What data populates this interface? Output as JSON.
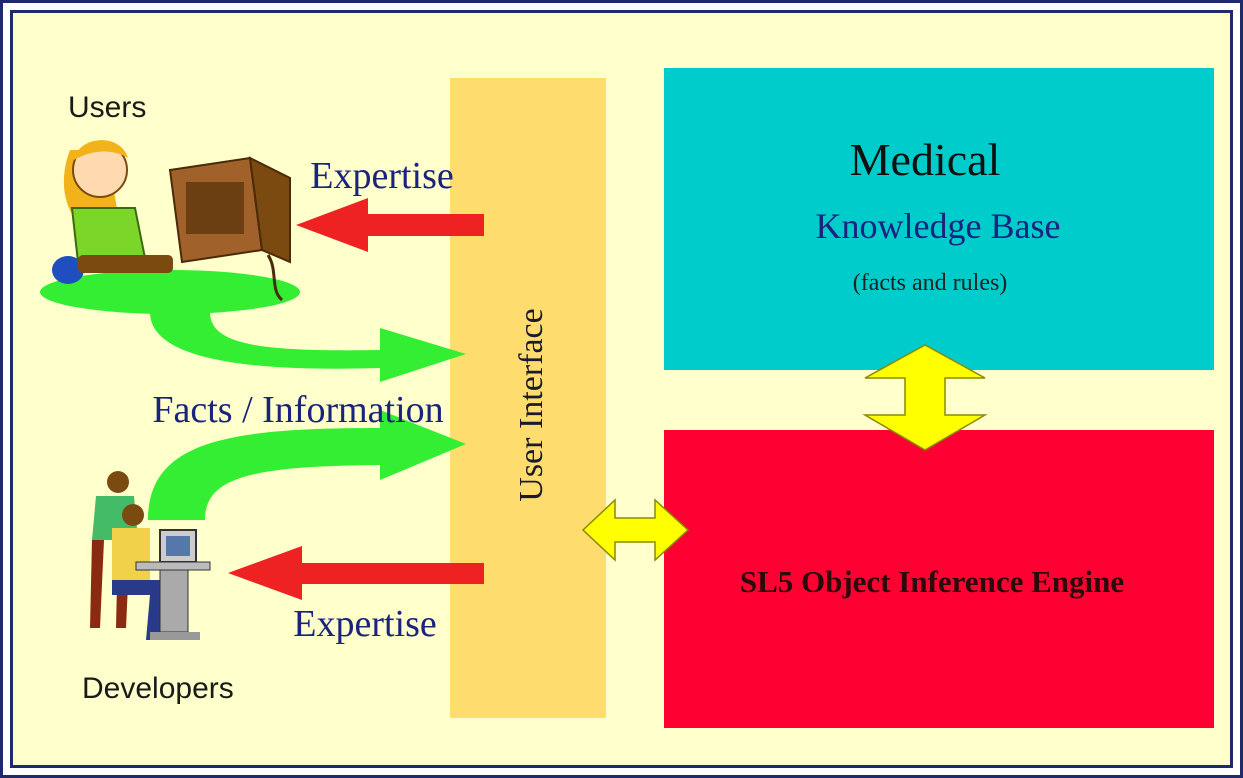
{
  "users": {
    "label": "Users"
  },
  "developers": {
    "label": "Developers"
  },
  "arrows": {
    "expertise_top": "Expertise",
    "facts_information": "Facts / Information",
    "expertise_bottom": "Expertise"
  },
  "user_interface": {
    "label": "User Interface"
  },
  "knowledge_base": {
    "title": "Medical",
    "subtitle": "Knowledge Base",
    "note": "(facts and rules)"
  },
  "inference_engine": {
    "label": "SL5 Object Inference Engine"
  },
  "colors": {
    "background": "#ffffcc",
    "border": "#1f2a6b",
    "user_interface": "#fedd6e",
    "knowledge_base": "#00cccc",
    "inference_engine": "#ff0033",
    "expertise_arrow": "#ee2222",
    "facts_arrow": "#33ee33",
    "double_arrow": "#ffff00"
  }
}
